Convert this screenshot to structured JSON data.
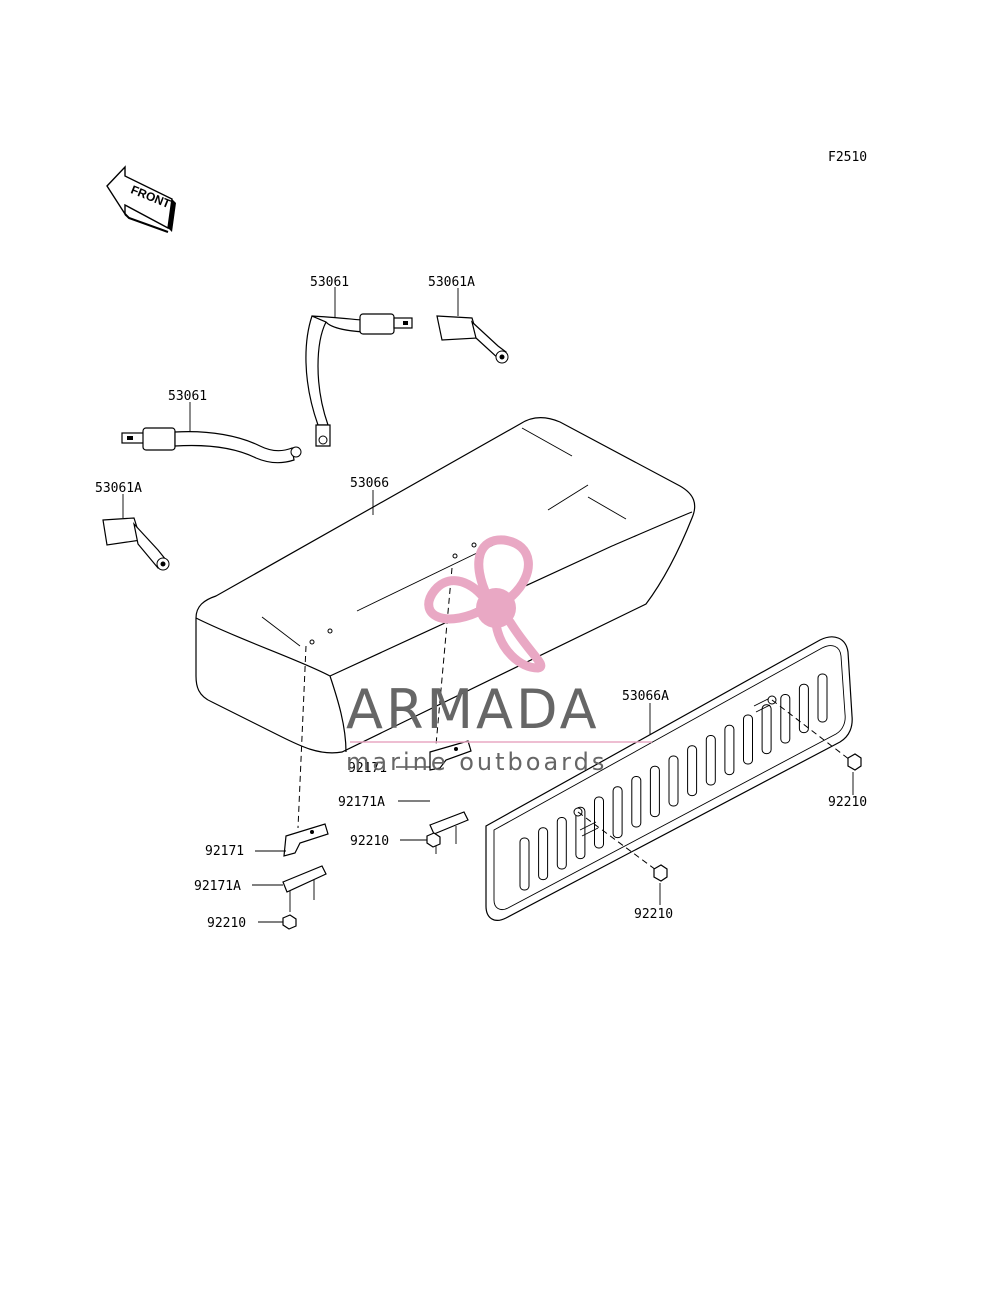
{
  "figure_code": "F2510",
  "front_arrow_label": "FRONT",
  "part_labels": {
    "belt_upper": "53061",
    "buckle_upper": "53061A",
    "belt_left": "53061",
    "buckle_left": "53061A",
    "seat_cushion": "53066",
    "back_panel": "53066A",
    "bracket_center": "92171",
    "plate_center": "92171A",
    "nut_center": "92210",
    "bracket_left": "92171",
    "plate_left": "92171A",
    "nut_left": "92210",
    "nut_panel_right": "92210",
    "nut_panel_lower": "92210"
  },
  "watermark": {
    "brand": "ARMADA",
    "tagline": "marine outboards",
    "logo_color": "#e9a8c4",
    "text_color": "#666666"
  }
}
